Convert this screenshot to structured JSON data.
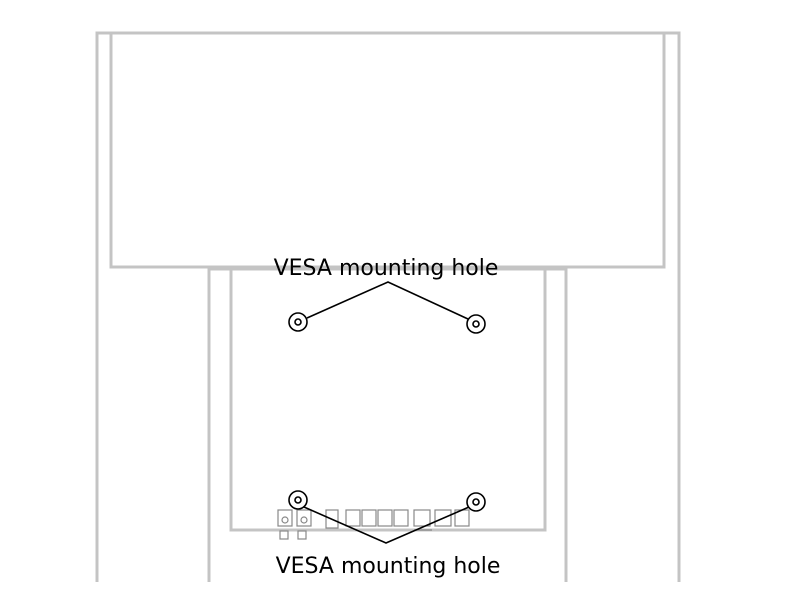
{
  "labels": {
    "top_callout": "VESA mounting hole",
    "bottom_callout": "VESA mounting hole"
  },
  "colors": {
    "background": "#ffffff",
    "outline": "#c4c4c4",
    "leader_line": "#000000",
    "hole": "#000000",
    "port_outline": "#888888"
  },
  "icons": {
    "mounting_hole": "vesa-mounting-hole-icon",
    "io_ports": "io-port-panel-icon"
  },
  "vesa_hole_count": 4
}
